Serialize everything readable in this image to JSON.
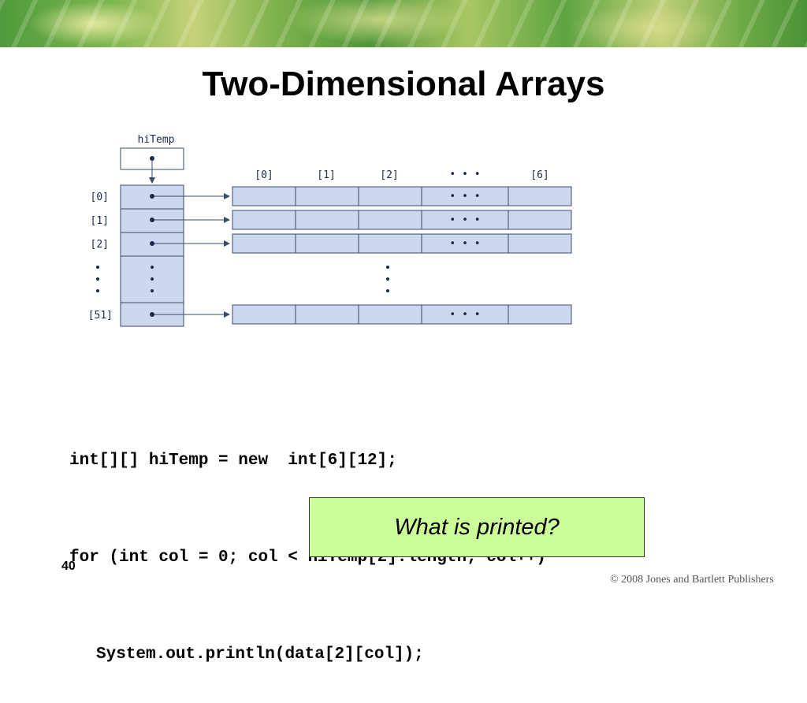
{
  "slide": {
    "title": "Two-Dimensional Arrays",
    "page_number": "40",
    "copyright": "© 2008 Jones and Bartlett Publishers"
  },
  "diagram": {
    "variable_label": "hiTemp",
    "row_indices": [
      "[0]",
      "[1]",
      "[2]",
      "[51]"
    ],
    "column_indices": [
      "[0]",
      "[1]",
      "[2]",
      "[6]"
    ],
    "ellipsis": "• • •",
    "cell_fill": "#cdd8ef",
    "line_color": "#3a4a6a"
  },
  "code": {
    "line1": "int[][] hiTemp = new  int[6][12];",
    "line2": "for (int col = 0; col < hiTemp[2].length; col++)",
    "line3": "System.out.println(data[2][col]);"
  },
  "question": {
    "text": "What is printed?",
    "background": "#ccff99"
  }
}
